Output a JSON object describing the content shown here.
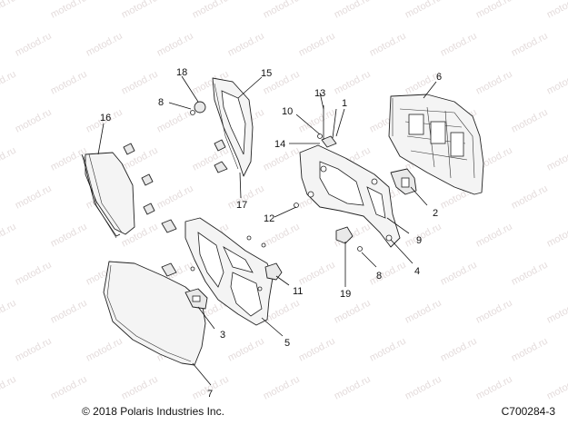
{
  "diagram": {
    "watermark": "motod.ru",
    "callouts": [
      "1",
      "2",
      "3",
      "4",
      "5",
      "6",
      "7",
      "8",
      "8",
      "9",
      "10",
      "11",
      "12",
      "13",
      "14",
      "15",
      "16",
      "17",
      "18",
      "19"
    ],
    "footer": {
      "copyright": "© 2018 Polaris Industries Inc.",
      "figure_code": "C700284-3"
    }
  }
}
